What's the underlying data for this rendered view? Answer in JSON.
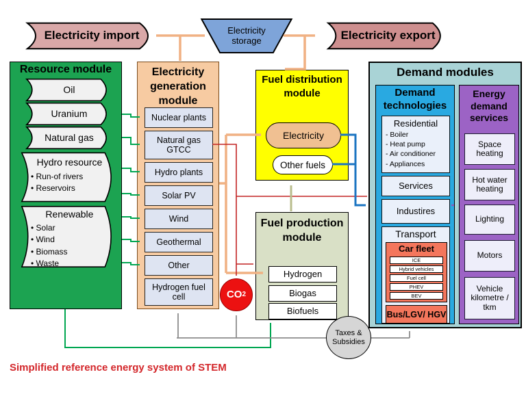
{
  "top": {
    "import_label": "Electricity import",
    "storage_label": "Electricity storage",
    "export_label": "Electricity export"
  },
  "resource_module": {
    "title": "Resource module",
    "items": [
      {
        "label": "Oil"
      },
      {
        "label": "Uranium"
      },
      {
        "label": "Natural gas"
      },
      {
        "label": "Hydro resource",
        "bullets": [
          "Run-of rivers",
          "Reservoirs"
        ]
      },
      {
        "label": "Renewable",
        "bullets": [
          "Solar",
          "Wind",
          "Biomass",
          "Waste"
        ]
      }
    ]
  },
  "generation_module": {
    "title": "Electricity generation module",
    "items": [
      "Nuclear plants",
      "Natural gas GTCC",
      "Hydro plants",
      "Solar PV",
      "Wind",
      "Geothermal",
      "Other",
      "Hydrogen fuel cell"
    ]
  },
  "fuel_distribution_module": {
    "title": "Fuel distribution module",
    "items": [
      "Electricity",
      "Other fuels"
    ]
  },
  "fuel_production_module": {
    "title": "Fuel production module",
    "items": [
      "Hydrogen",
      "Biogas",
      "Biofuels"
    ]
  },
  "demand_modules": {
    "title": "Demand modules",
    "demand_technologies": {
      "title": "Demand technologies",
      "residential": {
        "label": "Residential",
        "bullets": [
          "Boiler",
          "Heat pump",
          "Air conditioner",
          "Appliances"
        ]
      },
      "services_label": "Services",
      "industries_label": "Industires",
      "transport": {
        "label": "Transport",
        "car_fleet": {
          "label": "Car fleet",
          "items": [
            "ICE",
            "Hybrid vehicles",
            "Fuel cell",
            "PHEV",
            "BEV"
          ]
        },
        "bus_label": "Bus/LGV/ HGV"
      }
    },
    "energy_demand_services": {
      "title": "Energy demand services",
      "items": [
        "Space heating",
        "Hot water heating",
        "Lighting",
        "Motors",
        "Vehicle kilometre / tkm"
      ]
    }
  },
  "nodes": {
    "co2": {
      "base": "CO",
      "sub": "2"
    },
    "taxes": {
      "line1": "Taxes &",
      "line2": "Subsidies"
    }
  },
  "caption": "Simplified reference energy system of STEM",
  "colors": {
    "resource_green": "#1CA351",
    "generation_peach": "#F7CBA2",
    "distribution_yellow": "#FFFF00",
    "production_sage": "#D9E0C6",
    "demand_teal": "#A9D3D6",
    "demand_blue": "#29A9E1",
    "services_purple": "#9C63C5",
    "car_fleet_salmon": "#F4765C",
    "co2_red": "#EC1111",
    "import_pink": "#D9A8A8",
    "export_pink": "#CE8F8F",
    "storage_blue": "#7EA4D9",
    "caption_red": "#D3262A",
    "electricity_line_orange": "#F0B183",
    "resource_line_green": "#00A651",
    "electricity_demand_line_blue": "#1B74C2",
    "emission_line_red": "#C22222",
    "policy_line_grey": "#8C8C8C",
    "service_line_purple": "#8A5BBF",
    "fuel_line_olive": "#B9BC8D"
  }
}
